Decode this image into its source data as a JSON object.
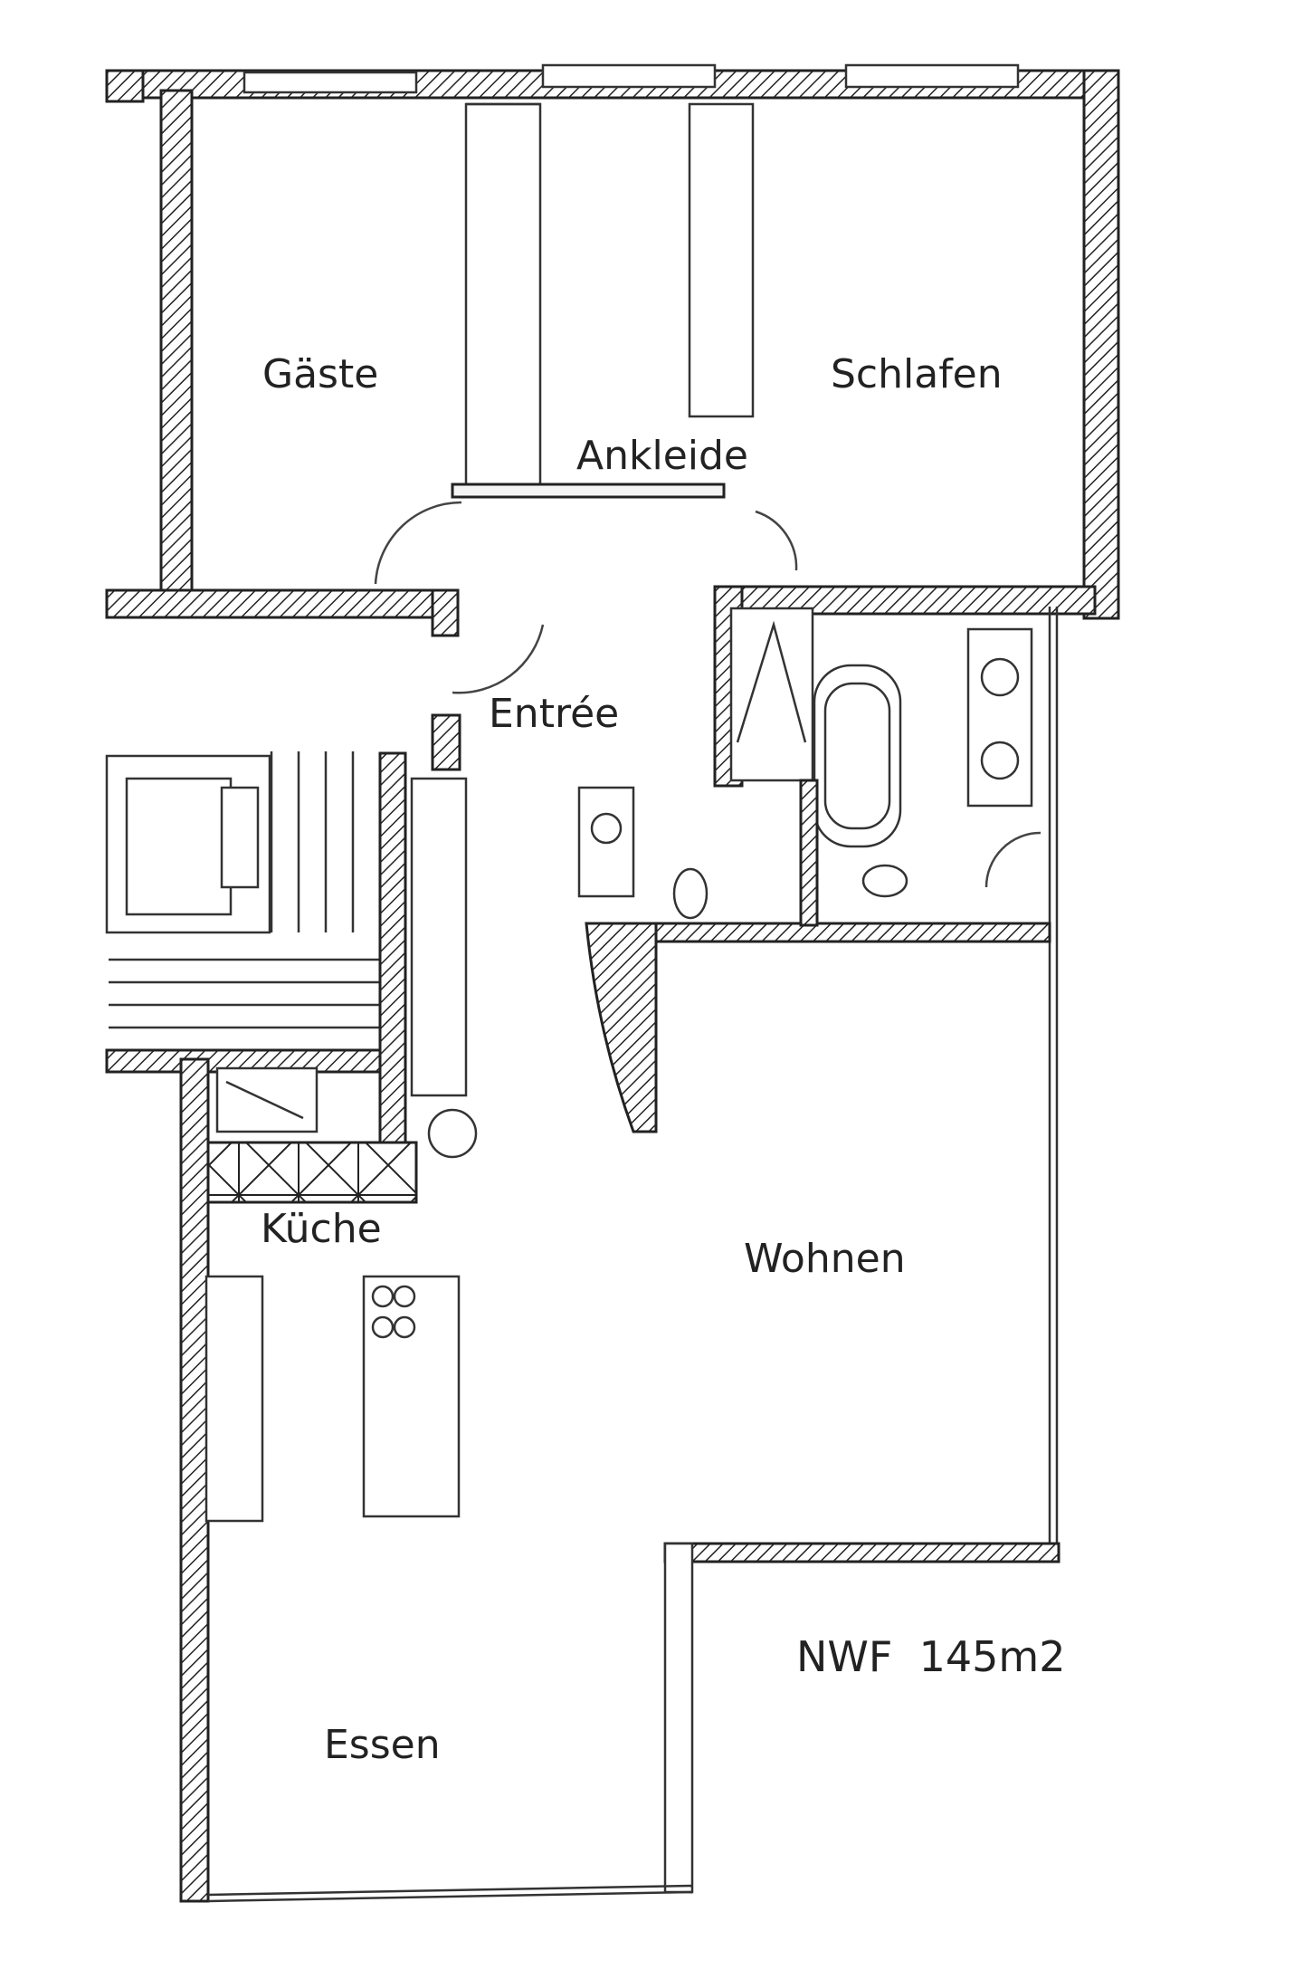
{
  "rooms": {
    "gaeste": "Gäste",
    "schlafen": "Schlafen",
    "ankleide": "Ankleide",
    "entree": "Entrée",
    "kueche": "Küche",
    "wohnen": "Wohnen",
    "essen": "Essen"
  },
  "area": "NWF  145m2"
}
